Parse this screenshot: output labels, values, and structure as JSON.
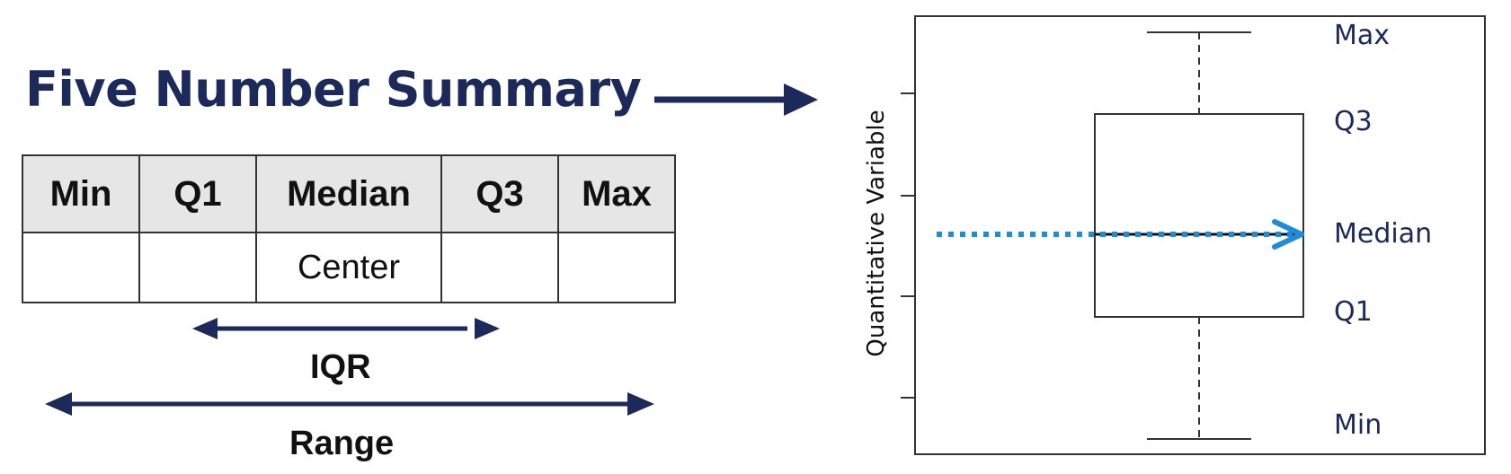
{
  "title": "Five Number Summary",
  "table": {
    "headers": [
      "Min",
      "Q1",
      "Median",
      "Q3",
      "Max"
    ],
    "cells": [
      "",
      "",
      "Center",
      "",
      ""
    ]
  },
  "iqr_label": "IQR",
  "range_label": "Range",
  "boxplot": {
    "y_axis_label": "Quantitative Variable",
    "labels": {
      "max": "Max",
      "q3": "Q3",
      "median": "Median",
      "q1": "Q1",
      "min": "Min"
    }
  },
  "colors": {
    "navy": "#1b2a5a",
    "arrow_blue": "#1f8dd6",
    "header_gray": "#e6e6e6"
  }
}
